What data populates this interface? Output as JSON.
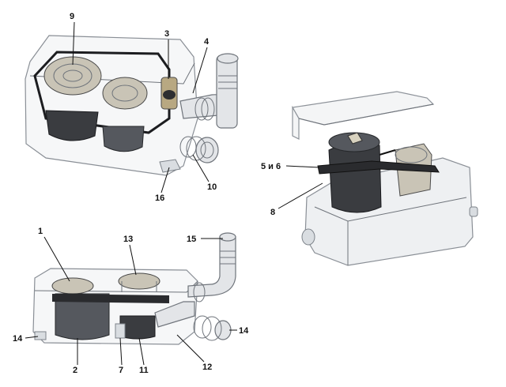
{
  "colors": {
    "background": "#ffffff",
    "label": "#111111",
    "housing": "#eef0f2",
    "motor": "#3a3c40"
  },
  "callouts": {
    "c1": "1",
    "c2": "2",
    "c3": "3",
    "c4": "4",
    "c5_6": "5 и 6",
    "c7": "7",
    "c8": "8",
    "c9": "9",
    "c10": "10",
    "c11": "11",
    "c12": "12",
    "c13": "13",
    "c14_left": "14",
    "c14_right": "14",
    "c15": "15",
    "c16": "16"
  }
}
